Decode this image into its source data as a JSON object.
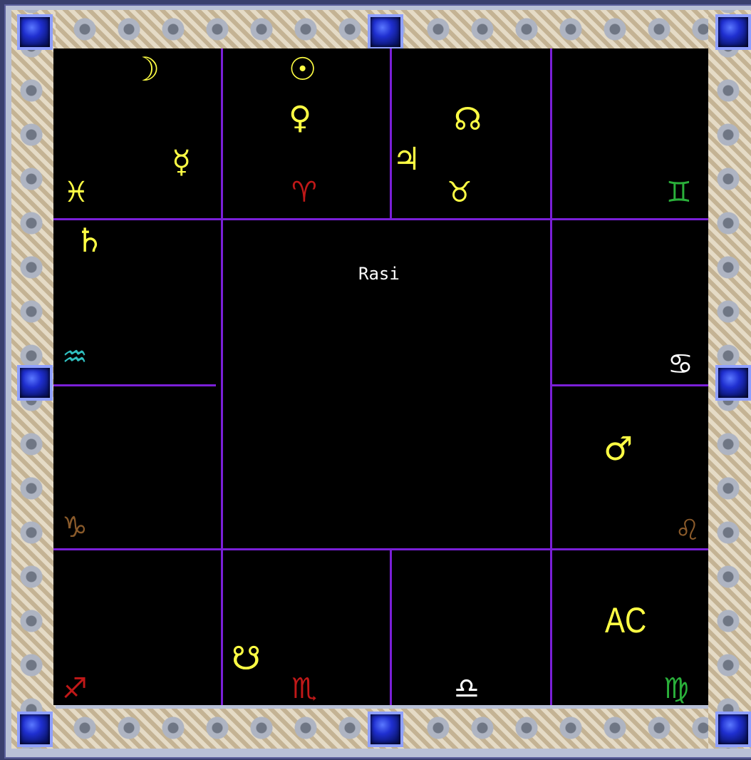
{
  "chart": {
    "title": "Rasi",
    "ascendant_label": "AC"
  },
  "colors": {
    "grid_line": "#7a1fd8",
    "planet": "#ffff44",
    "fire": "#c01818",
    "earth": "#8a5a2a",
    "air": "#2ab03a",
    "water": "#ffffff",
    "aquarius": "#30c0c0"
  },
  "signs": [
    {
      "name": "pisces",
      "glyph": "♓"
    },
    {
      "name": "aries",
      "glyph": "♈"
    },
    {
      "name": "taurus",
      "glyph": "♉"
    },
    {
      "name": "gemini",
      "glyph": "♊"
    },
    {
      "name": "aquarius",
      "glyph": "♒"
    },
    {
      "name": "cancer",
      "glyph": "♋"
    },
    {
      "name": "capricorn",
      "glyph": "♑"
    },
    {
      "name": "leo",
      "glyph": "♌"
    },
    {
      "name": "sagittarius",
      "glyph": "♐"
    },
    {
      "name": "scorpio",
      "glyph": "♏"
    },
    {
      "name": "libra",
      "glyph": "♎"
    },
    {
      "name": "virgo",
      "glyph": "♍"
    }
  ],
  "planets": [
    {
      "name": "moon",
      "glyph": "☽"
    },
    {
      "name": "sun",
      "glyph": "☉"
    },
    {
      "name": "venus",
      "glyph": "♀"
    },
    {
      "name": "mercury",
      "glyph": "☿"
    },
    {
      "name": "jupiter",
      "glyph": "♃"
    },
    {
      "name": "rahu",
      "glyph": "☊"
    },
    {
      "name": "saturn",
      "glyph": "♄"
    },
    {
      "name": "mars",
      "glyph": "♂"
    },
    {
      "name": "ketu",
      "glyph": "☋"
    }
  ]
}
